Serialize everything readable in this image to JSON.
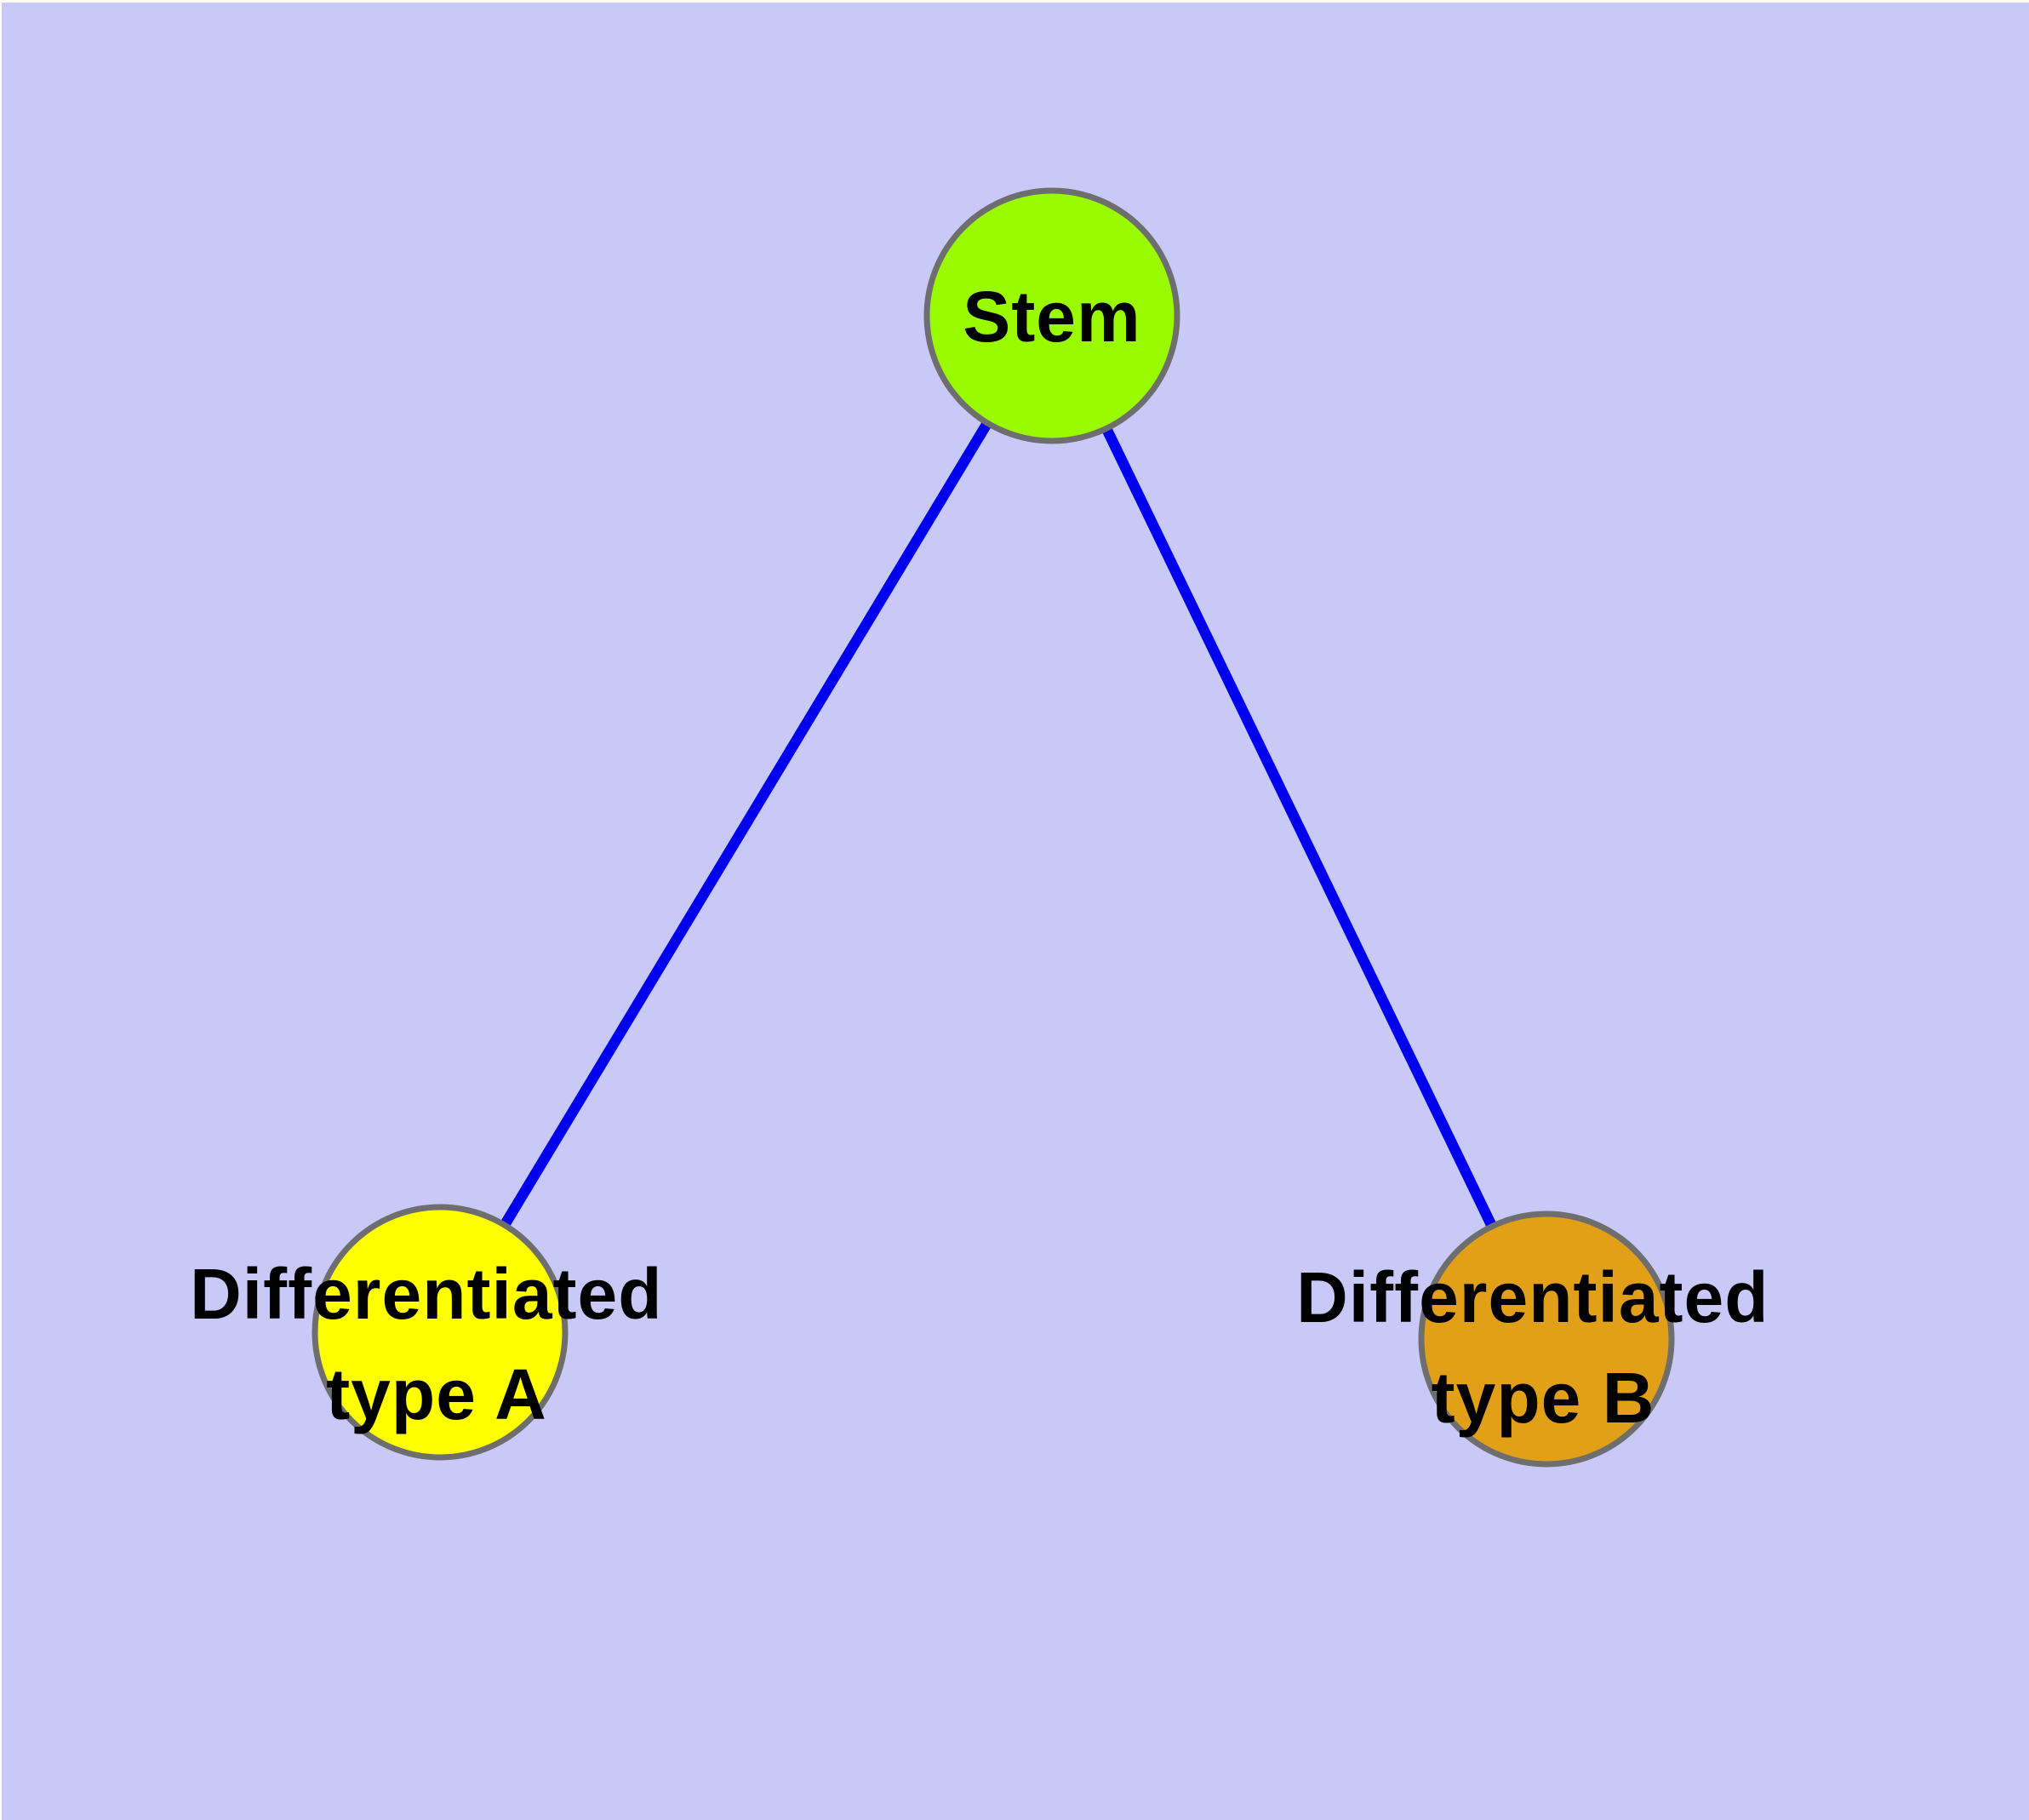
{
  "canvas": {
    "margin_color": "#FFFFFF",
    "background_color": "#C9C9F8"
  },
  "graph": {
    "type": "node-link-diagram",
    "label_color": "#000000",
    "node_border_color": "#6E6E6E",
    "edge_color": "#0000EE",
    "nodes": [
      {
        "id": "stem",
        "label": "Stem",
        "label_lines": [
          "Stem"
        ],
        "fill": "#9AFA00"
      },
      {
        "id": "differentiated-type-a",
        "label": "Differentiated type A",
        "label_lines": [
          "Differentiated",
          "type A"
        ],
        "fill": "#FFFF00"
      },
      {
        "id": "differentiated-type-b",
        "label": "Differentiated type B",
        "label_lines": [
          "Differentiated",
          "type B"
        ],
        "fill": "#E2A019"
      }
    ],
    "edges": [
      {
        "from": "Stem",
        "to": "Differentiated type A"
      },
      {
        "from": "Stem",
        "to": "Differentiated type B"
      }
    ]
  }
}
